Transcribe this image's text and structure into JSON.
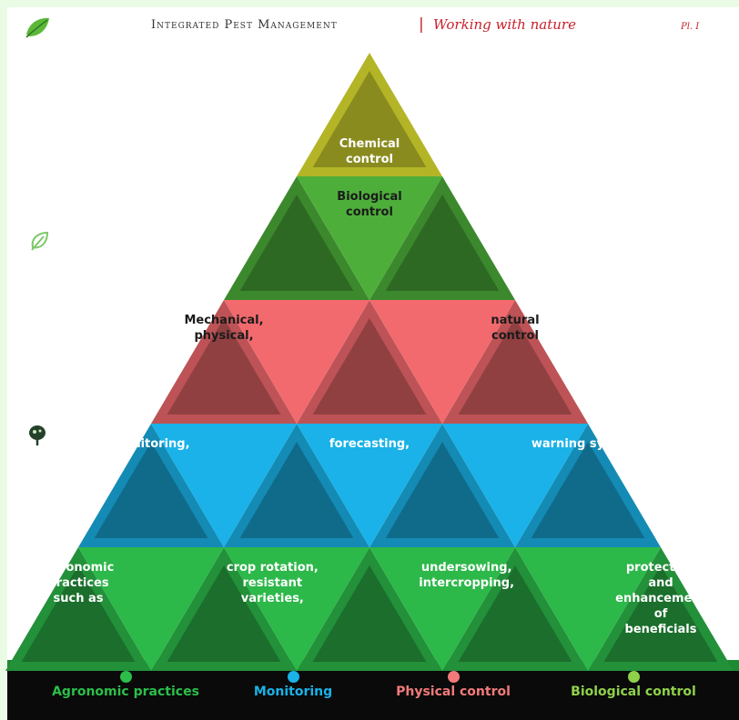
{
  "header": {
    "title": "Integrated Pest Management",
    "separator": "|",
    "subtitle": "Working with nature",
    "plate": "Pl. I"
  },
  "pyramid": {
    "tiers": [
      {
        "id": "chemical",
        "color": "#e6e832",
        "labels": [
          "Chemical\ncontrol"
        ]
      },
      {
        "id": "biological",
        "color": "#4daf3a",
        "labels": [
          "Biological\ncontrol"
        ]
      },
      {
        "id": "physical",
        "color": "#f26a6e",
        "labels": [
          "Mechanical,\nphysical,",
          "natural\ncontrol"
        ]
      },
      {
        "id": "monitoring",
        "color": "#1ab2e8",
        "labels": [
          "Monitoring,",
          "forecasting,",
          "warning systems"
        ]
      },
      {
        "id": "agronomic",
        "color": "#2db84a",
        "labels": [
          "Agronomic\npractices\nsuch as",
          "crop rotation,\nresistant\nvarieties,",
          "undersowing,\nintercropping,",
          "protection and\nenhancement of\nbeneficials"
        ]
      }
    ]
  },
  "sidebar_icons": [
    "leaf-icon",
    "sprout-icon",
    "bug-icon"
  ],
  "legend": [
    {
      "label": "Agronomic practices",
      "color": "#2bbf4a"
    },
    {
      "label": "Monitoring",
      "color": "#1ab2e8"
    },
    {
      "label": "Physical control",
      "color": "#f27a7a"
    },
    {
      "label": "Biological control",
      "color": "#8fd14a"
    }
  ]
}
